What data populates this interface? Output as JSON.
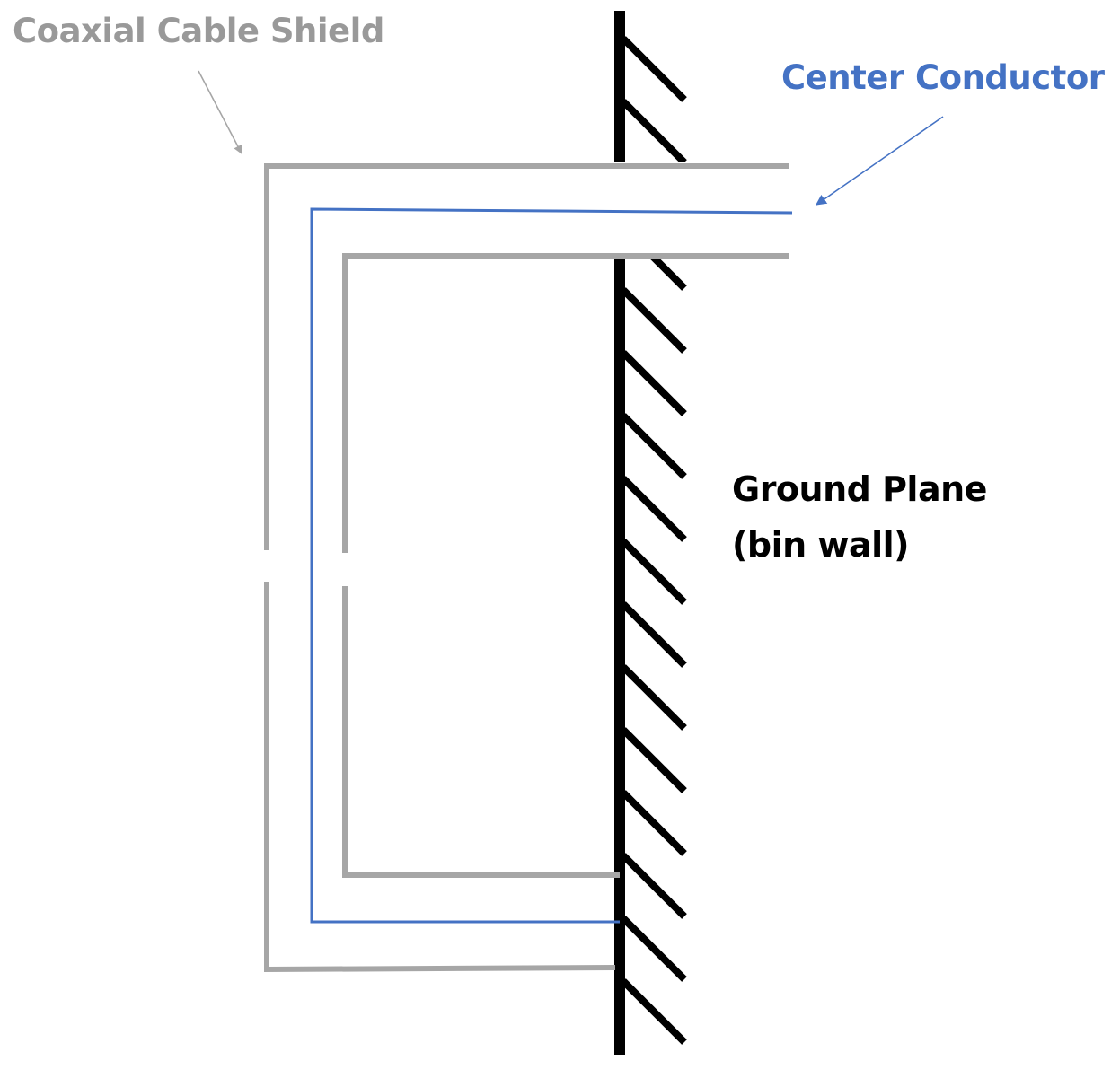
{
  "labels": {
    "shield": "Coaxial Cable Shield",
    "conductor": "Center Conductor",
    "ground_line1": "Ground Plane",
    "ground_line2": "(bin wall)"
  },
  "colors": {
    "shield": "#a6a6a6",
    "conductor": "#4472c4",
    "ground": "#000000",
    "ground_text": "#000000",
    "shield_text": "#999999",
    "conductor_text": "#4472c4"
  }
}
